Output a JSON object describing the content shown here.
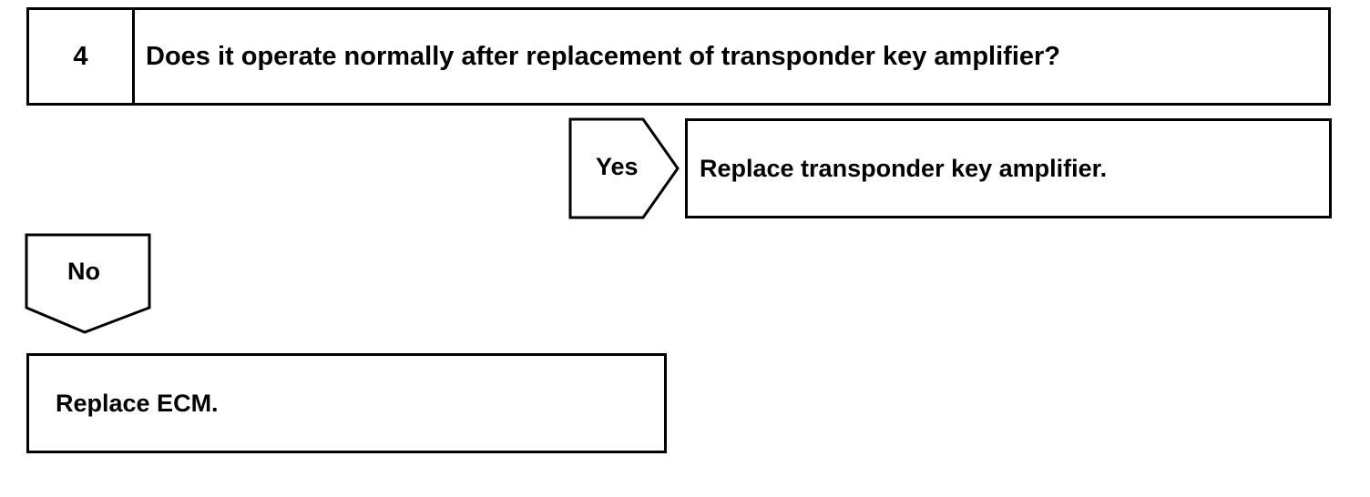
{
  "step": {
    "number": "4",
    "question": "Does it operate normally after replacement of transponder key amplifier?"
  },
  "yes_branch": {
    "label": "Yes",
    "action": "Replace transponder key amplifier."
  },
  "no_branch": {
    "label": "No",
    "action": "Replace ECM."
  },
  "colors": {
    "stroke": "#000000",
    "background": "#ffffff"
  }
}
